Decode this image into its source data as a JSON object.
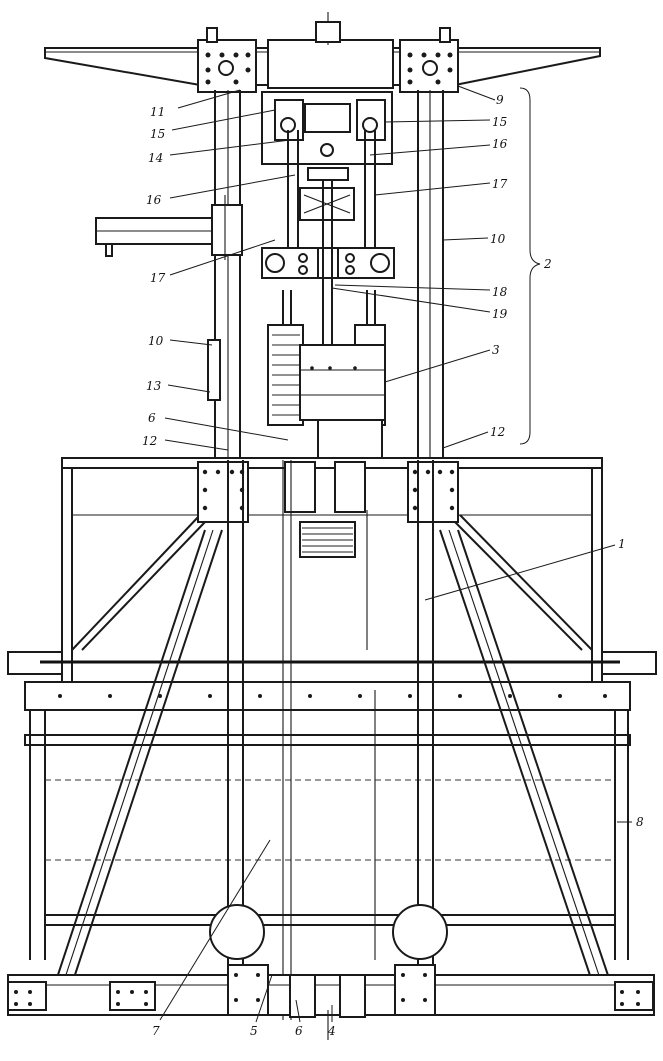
{
  "labels": [
    {
      "id": "1",
      "text": "1"
    },
    {
      "id": "2",
      "text": "2"
    },
    {
      "id": "3",
      "text": "3"
    },
    {
      "id": "4",
      "text": "4"
    },
    {
      "id": "5",
      "text": "5"
    },
    {
      "id": "6a",
      "text": "6"
    },
    {
      "id": "6b",
      "text": "6"
    },
    {
      "id": "7",
      "text": "7"
    },
    {
      "id": "8",
      "text": "8"
    },
    {
      "id": "9",
      "text": "9"
    },
    {
      "id": "10a",
      "text": "10"
    },
    {
      "id": "10b",
      "text": "10"
    },
    {
      "id": "11",
      "text": "11"
    },
    {
      "id": "12a",
      "text": "12"
    },
    {
      "id": "12b",
      "text": "12"
    },
    {
      "id": "13",
      "text": "13"
    },
    {
      "id": "14",
      "text": "14"
    },
    {
      "id": "15a",
      "text": "15"
    },
    {
      "id": "15b",
      "text": "15"
    },
    {
      "id": "16a",
      "text": "16"
    },
    {
      "id": "16b",
      "text": "16"
    },
    {
      "id": "17a",
      "text": "17"
    },
    {
      "id": "17b",
      "text": "17"
    },
    {
      "id": "18",
      "text": "18"
    },
    {
      "id": "19",
      "text": "19"
    }
  ]
}
